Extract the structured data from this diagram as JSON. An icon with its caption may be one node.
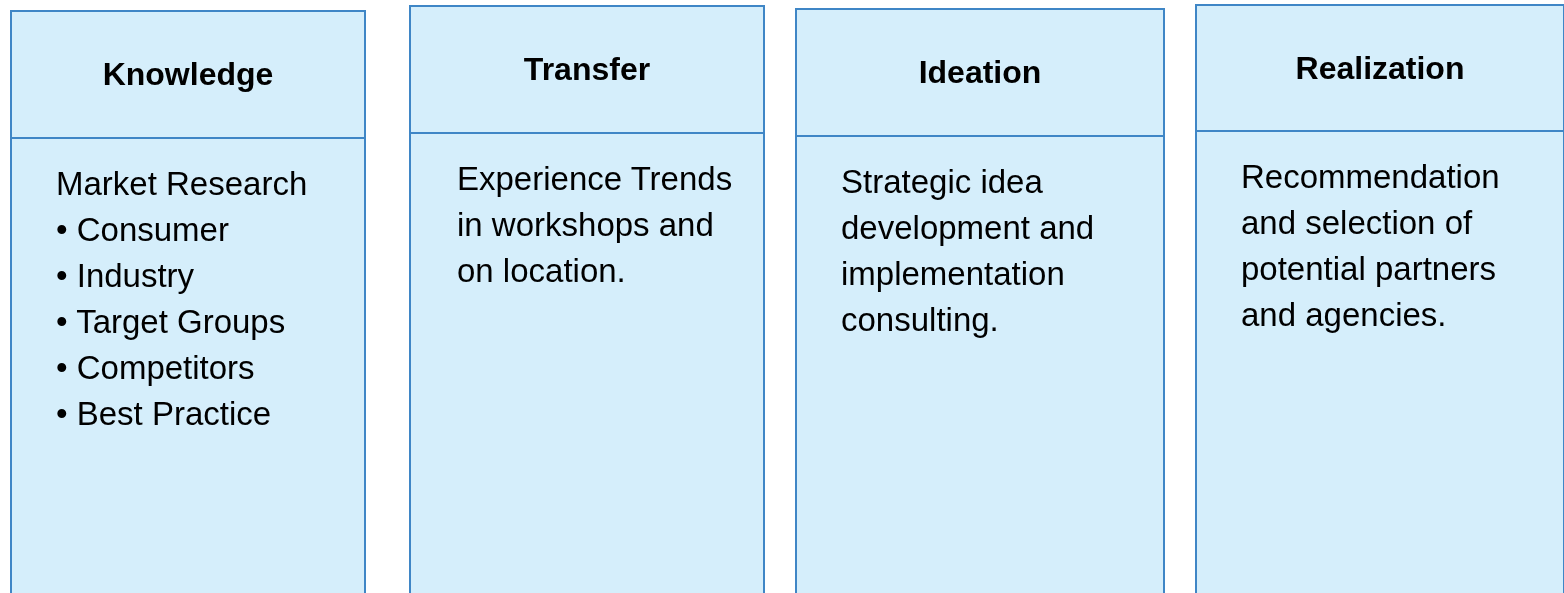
{
  "diagram": {
    "nodes": [
      {
        "text": [
          "Knowledge",
          "Market Research",
          "• Consumer",
          "• Industry",
          "• Target Groups",
          "• Competitors",
          "• Best Practice"
        ]
      },
      {
        "text": [
          "Transfer",
          "Experience Trends in workshops and on location."
        ]
      },
      {
        "text": [
          "Ideation",
          "Strategic idea development and implementation consulting."
        ]
      },
      {
        "text": [
          "Realization",
          "Recommendation and selection of potential partners and agencies."
        ]
      }
    ]
  }
}
